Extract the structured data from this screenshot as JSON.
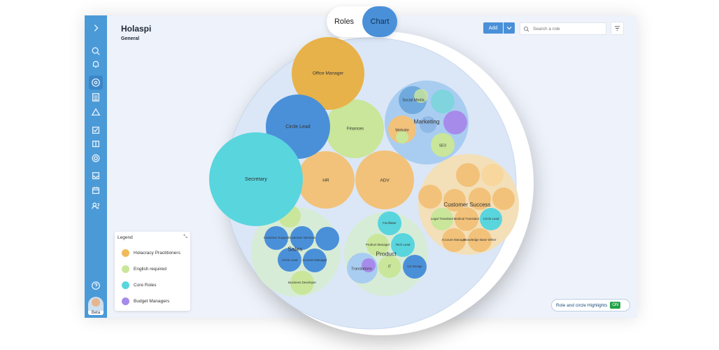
{
  "header": {
    "title": "Holaspi",
    "subtitle": "General"
  },
  "view_toggle": {
    "roles_label": "Roles",
    "chart_label": "Chart",
    "active": "Chart"
  },
  "toolbar": {
    "add_label": "Add",
    "search_placeholder": "Search a role"
  },
  "sidebar": {
    "items": [
      "expand-icon",
      "search-icon",
      "bell-icon",
      "compass-icon",
      "list-icon",
      "people-icon",
      "checkbox-icon",
      "board-icon",
      "target-icon",
      "inbox-icon",
      "calendar-icon",
      "users-icon",
      "help-icon"
    ],
    "avatar_badge": "Beta"
  },
  "legend": {
    "title": "Legend",
    "items": [
      {
        "label": "Holacracy Practitioners",
        "color": "#f2b95a"
      },
      {
        "label": "English required",
        "color": "#c9e69a"
      },
      {
        "label": "Core Roles",
        "color": "#59d5de"
      },
      {
        "label": "Budget Managers",
        "color": "#a78bea"
      }
    ]
  },
  "highlights": {
    "label": "Role and circle Highlights",
    "state": "ON"
  },
  "circles": {
    "office_manager": "Office Manager",
    "circle_lead": "Circle Lead",
    "finances": "Finances",
    "secretary": "Secretary",
    "hr": "HR",
    "adv": "ADV",
    "marketing": "Marketing",
    "social_media": "Social Media",
    "website": "Website",
    "seo": "SEO",
    "customer_success": "Customer Success",
    "sales": "Sales",
    "product": "Product",
    "it": "IT",
    "ux_design": "UX Design",
    "tech_lead": "Tech Lead",
    "product_manager": "Product Manager",
    "translations": "Translations",
    "customer_support": "Customer Support",
    "customer_services": "Customer Services",
    "account_manager": "Account Manager",
    "business_developer": "Business Developer",
    "facilitator": "Facilitator",
    "knowledge_base_writer": "Knowledge Base Writer",
    "medical_translator": "Medical Translator",
    "legal_translator": "Legal Translator"
  }
}
